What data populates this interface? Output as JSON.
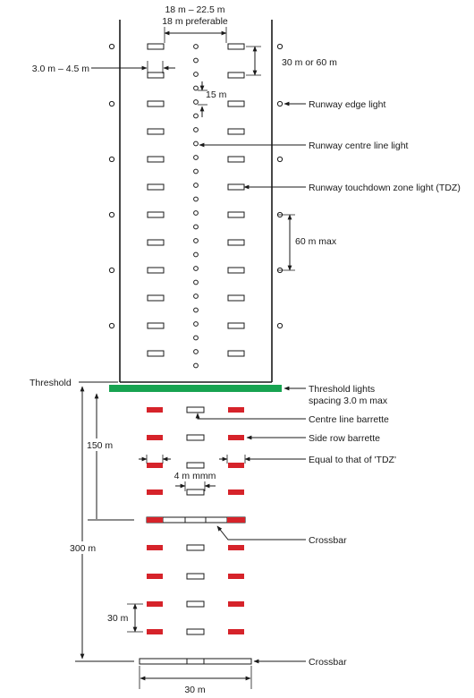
{
  "labels": {
    "top_spacing": "18 m – 22.5 m",
    "top_spacing_pref": "18 m preferable",
    "tdz_width": "3.0 m – 4.5 m",
    "tdz_spacing": "30 m or 60 m",
    "cl_spacing": "15 m",
    "edge_light": "Runway edge light",
    "centre_line_light": "Runway centre line light",
    "tdz_light": "Runway touchdown zone light (TDZ)",
    "edge_spacing": "60 m max",
    "threshold": "Threshold",
    "threshold_lights_1": "Threshold lights",
    "threshold_lights_2": "spacing 3.0 m max",
    "centre_barrette": "Centre line barrette",
    "side_barrette": "Side row barrette",
    "equal_tdz": "Equal to that of 'TDZ'",
    "barrette_gap": "4 m mmm",
    "dist_150": "150 m",
    "dist_300": "300 m",
    "crossbar_1": "Crossbar",
    "dist_30": "30 m",
    "crossbar_2": "Crossbar",
    "width_30": "30 m"
  },
  "colors": {
    "line": "#1a1a1a",
    "threshold_bar": "#17a351",
    "side_barrette": "#d6232a"
  }
}
